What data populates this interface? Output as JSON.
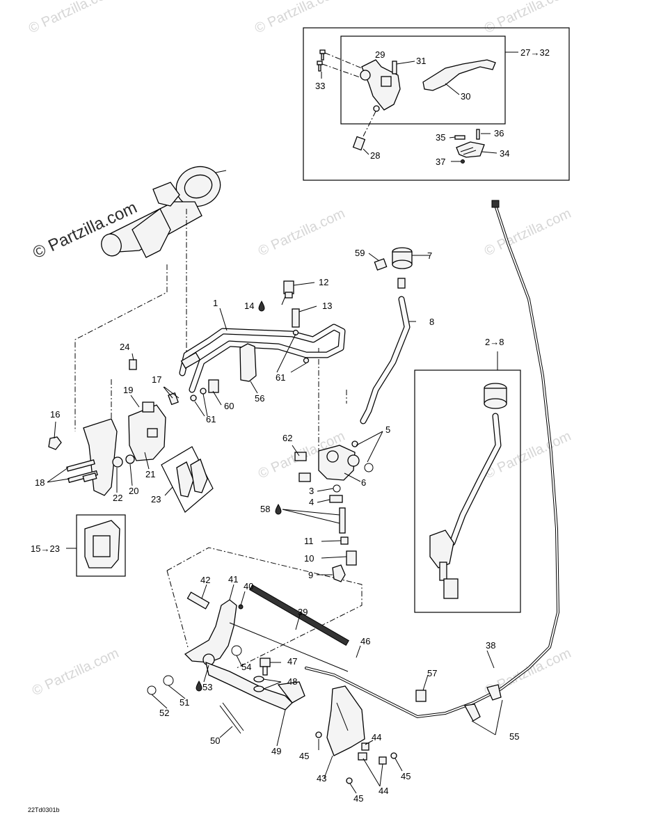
{
  "watermark": {
    "text": "© Partzilla.com",
    "main_text": "© Partzilla.com"
  },
  "drawing_code": "22Td0301b",
  "callouts": {
    "c1": "1",
    "c2_8": "2→8",
    "c3": "3",
    "c4": "4",
    "c5": "5",
    "c6": "6",
    "c7": "7",
    "c8": "8",
    "c9": "9",
    "c10": "10",
    "c11": "11",
    "c12": "12",
    "c13": "13",
    "c14": "14",
    "c15_23": "15→23",
    "c16": "16",
    "c17": "17",
    "c18": "18",
    "c19": "19",
    "c20": "20",
    "c21": "21",
    "c22": "22",
    "c23": "23",
    "c24": "24",
    "c27_32": "27→32",
    "c28": "28",
    "c29": "29",
    "c30": "30",
    "c31": "31",
    "c33": "33",
    "c34": "34",
    "c35": "35",
    "c36": "36",
    "c37": "37",
    "c38": "38",
    "c39": "39",
    "c40": "40",
    "c41": "41",
    "c42": "42",
    "c43": "43",
    "c44a": "44",
    "c44b": "44",
    "c45a": "45",
    "c45b": "45",
    "c45c": "45",
    "c46": "46",
    "c47": "47",
    "c48": "48",
    "c49": "49",
    "c50": "50",
    "c51": "51",
    "c52": "52",
    "c53": "53",
    "c54": "54",
    "c55": "55",
    "c56": "56",
    "c57": "57",
    "c58": "58",
    "c59": "59",
    "c60": "60",
    "c61a": "61",
    "c61b": "61",
    "c62": "62"
  }
}
